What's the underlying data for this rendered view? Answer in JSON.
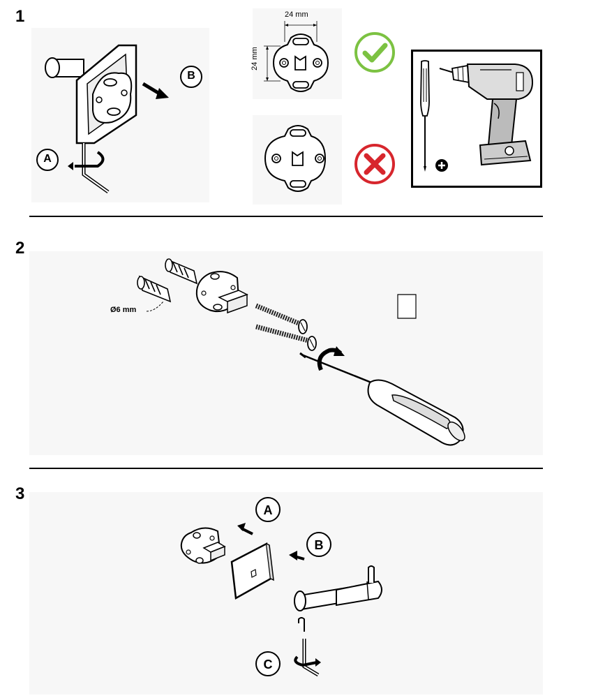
{
  "steps": [
    {
      "number": "1"
    },
    {
      "number": "2"
    },
    {
      "number": "3"
    }
  ],
  "step1": {
    "label_a": "A",
    "label_b": "B",
    "dim_width": "24 mm",
    "dim_height": "24 mm",
    "correct_icon": "check-icon",
    "incorrect_icon": "cross-icon",
    "tools_icons": [
      "screwdriver-icon",
      "plus-icon",
      "drill-icon"
    ]
  },
  "step2": {
    "dowel_diameter": "Ø6 mm"
  },
  "step3": {
    "label_a": "A",
    "label_b": "B",
    "label_c": "C"
  },
  "colors": {
    "check": "#7cc242",
    "cross": "#d7262d",
    "line": "#000000",
    "panel_bg": "#f7f7f7"
  }
}
